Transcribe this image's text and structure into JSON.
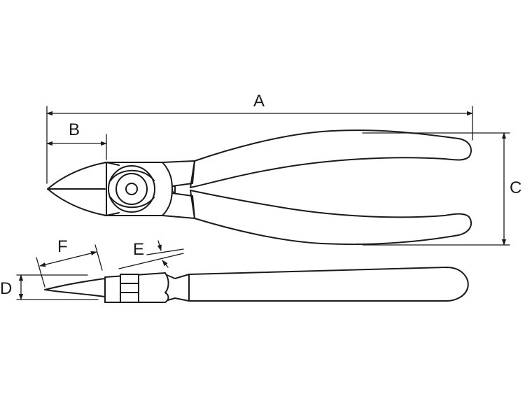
{
  "labels": {
    "a": "A",
    "b": "B",
    "c": "C",
    "d": "D",
    "e": "E",
    "f": "F"
  },
  "colors": {
    "line": "#1a1a1a",
    "background": "#ffffff"
  }
}
